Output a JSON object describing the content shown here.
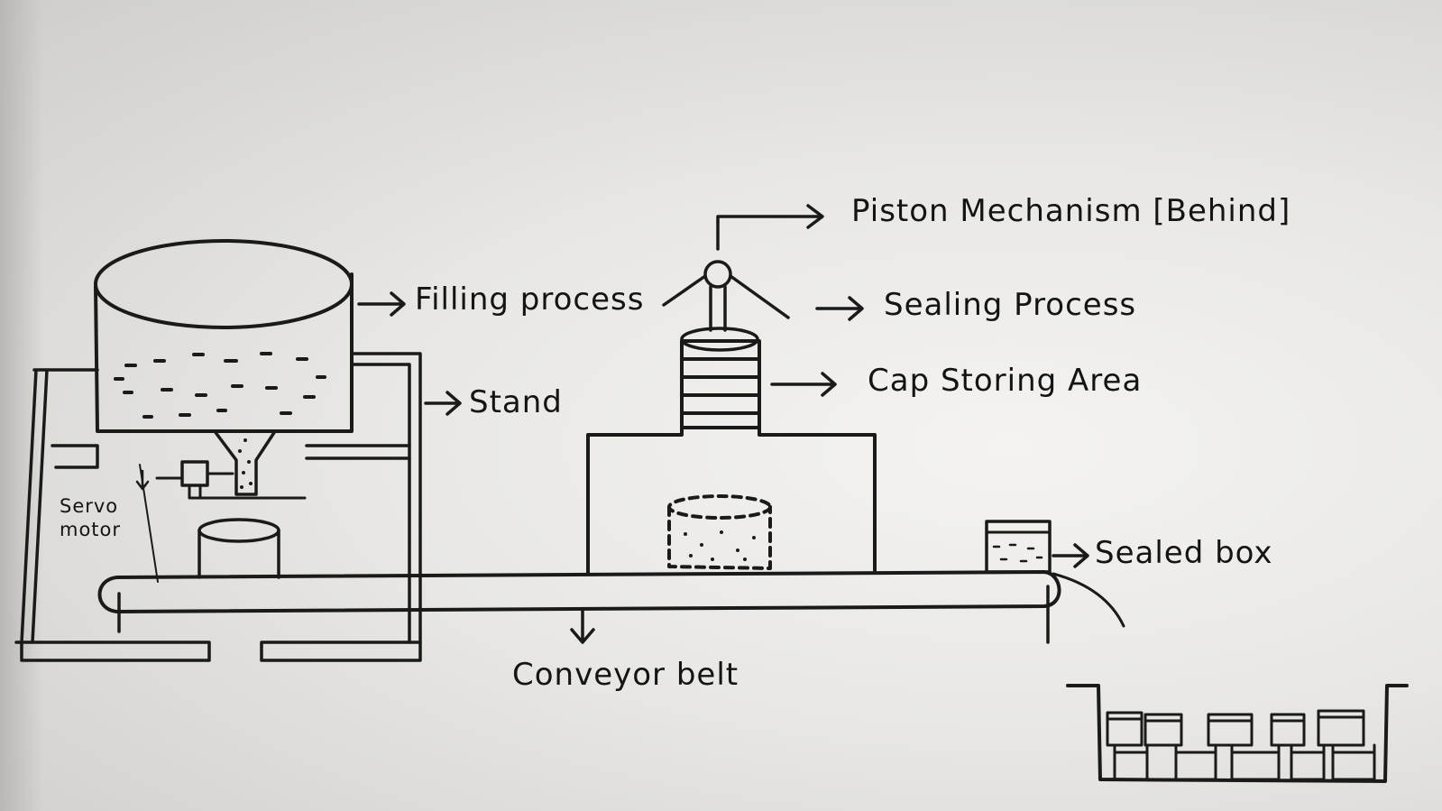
{
  "labels": {
    "piston": "Piston Mechanism [Behind]",
    "filling": "Filling process",
    "sealing": "Sealing Process",
    "cap_storing": "Cap Storing Area",
    "stand": "Stand",
    "servo_line1": "Servo",
    "servo_line2": "motor",
    "sealed_box": "Sealed box",
    "conveyor": "Conveyor belt"
  },
  "colors": {
    "ink": "#1a1a1a",
    "paper": "#ecebe8"
  }
}
